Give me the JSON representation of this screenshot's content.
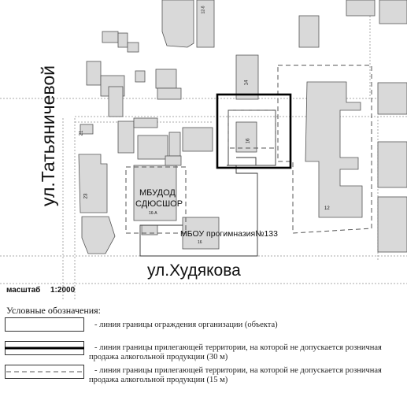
{
  "streets": {
    "tatyanichevoy": "ул.Татьяничевой",
    "khudyakova": "ул.Худякова"
  },
  "institutions": {
    "mbudod_line1": "МБУДОД",
    "mbudod_line2": "СДЮСШОР",
    "school": "МБОУ прогимназия№133"
  },
  "building_numbers": {
    "b12b": "12-б",
    "b14": "14",
    "b21": "21",
    "b16_center": "16",
    "b23": "23",
    "b16a": "16-А",
    "b16_school": "16",
    "b12": "12"
  },
  "scale": {
    "label": "масштаб",
    "value": "1:2000"
  },
  "legend": {
    "title": "Условные обозначения:",
    "items": [
      {
        "style": "thin-double",
        "text": "- линия границы ограждения организации (объекта)"
      },
      {
        "style": "thick",
        "text_line1": "- линия границы прилегающей территории, на которой не допускается розничная",
        "text_line2": "продажа алкогольной продукции (30 м)"
      },
      {
        "style": "dashed",
        "text_line1": "- линия границы прилегающей территории, на которой не допускается розничная",
        "text_line2": "продажа алкогольной продукции (15 м)"
      }
    ]
  },
  "colors": {
    "building_fill": "#dcdcdc",
    "building_stroke": "#555555",
    "boundary_30m": "#000000",
    "boundary_15m": "#666666",
    "road_edge": "#999999"
  }
}
